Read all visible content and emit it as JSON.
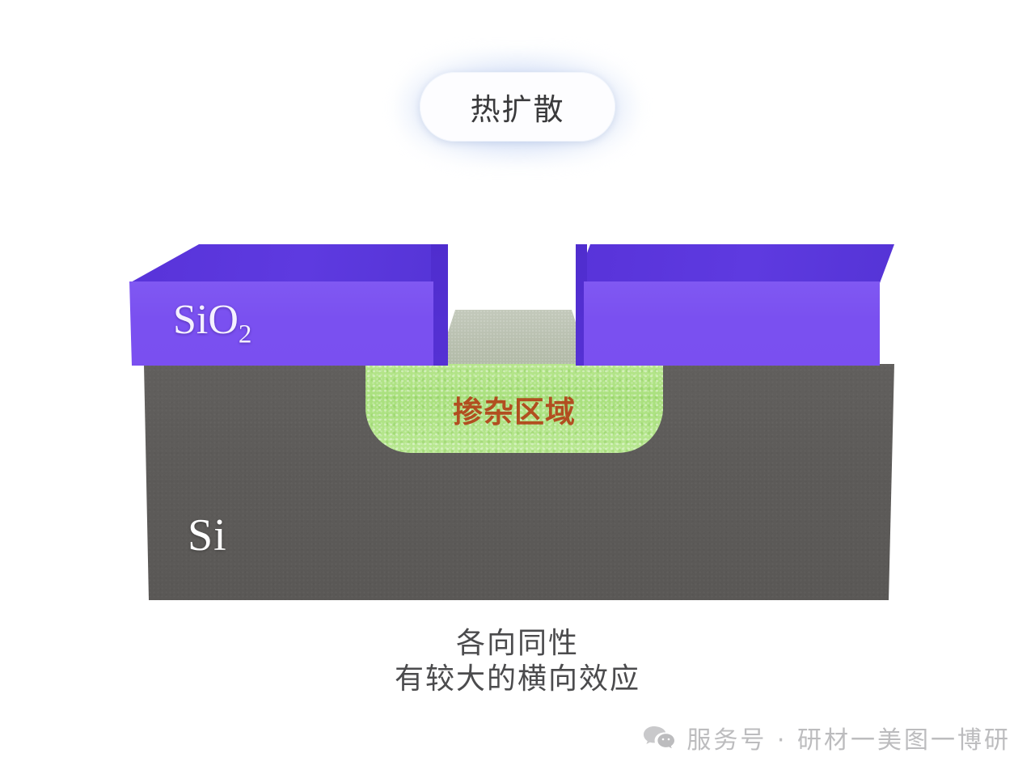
{
  "title": {
    "label": "热扩散"
  },
  "diagram": {
    "oxide_layer_label": "SiO",
    "oxide_layer_subscript": "2",
    "substrate_label": "Si",
    "doped_region_label": "掺杂区域",
    "colors": {
      "oxide_front": "#7a50f0",
      "oxide_top": "#5b35d8",
      "oxide_side": "#5230d2",
      "substrate": "#5d5b59",
      "doped_region": "#a9e07d",
      "doped_label": "#b23a12",
      "trench_floor": "#b9c0b0"
    }
  },
  "caption": {
    "line1": "各向同性",
    "line2": "有较大的横向效应"
  },
  "footer": {
    "text": "服务号 · 研材一美图一博研",
    "icon": "wechat-icon",
    "color": "#bcbcbe"
  }
}
